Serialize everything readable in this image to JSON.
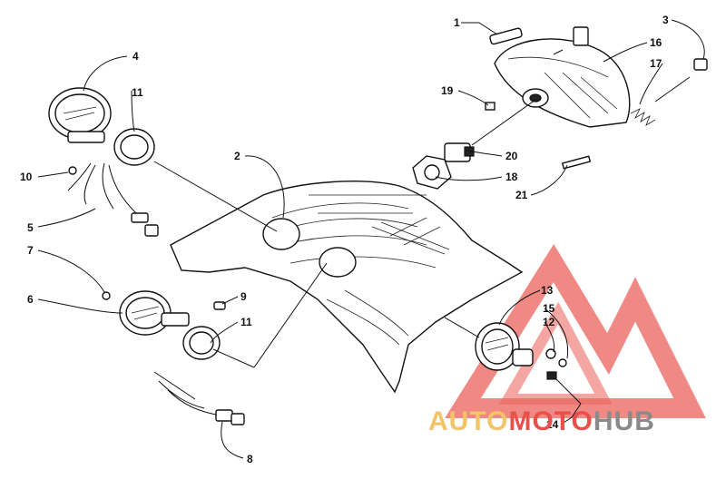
{
  "callouts": [
    {
      "id": "1",
      "label": "1"
    },
    {
      "id": "2",
      "label": "2"
    },
    {
      "id": "3",
      "label": "3"
    },
    {
      "id": "4",
      "label": "4"
    },
    {
      "id": "5",
      "label": "5"
    },
    {
      "id": "6",
      "label": "6"
    },
    {
      "id": "7",
      "label": "7"
    },
    {
      "id": "8",
      "label": "8"
    },
    {
      "id": "9",
      "label": "9"
    },
    {
      "id": "10",
      "label": "10"
    },
    {
      "id": "11a",
      "label": "11"
    },
    {
      "id": "11b",
      "label": "11"
    },
    {
      "id": "12",
      "label": "12"
    },
    {
      "id": "13",
      "label": "13"
    },
    {
      "id": "14",
      "label": "14"
    },
    {
      "id": "15",
      "label": "15"
    },
    {
      "id": "16",
      "label": "16"
    },
    {
      "id": "17",
      "label": "17"
    },
    {
      "id": "18",
      "label": "18"
    },
    {
      "id": "19",
      "label": "19"
    },
    {
      "id": "20",
      "label": "20"
    },
    {
      "id": "21",
      "label": "21"
    }
  ],
  "watermark": {
    "part1": "AUTO",
    "part2": "MOTO",
    "part3": "HUB",
    "color_accent": "#e8504a",
    "color_gold": "#f2c46a",
    "color_gray": "#8a8a8a"
  }
}
